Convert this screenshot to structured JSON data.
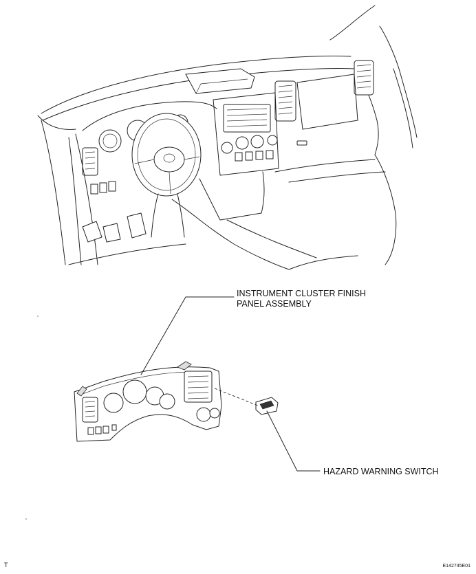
{
  "labels": {
    "cluster_line1": "INSTRUMENT CLUSTER FINISH",
    "cluster_line2": "PANEL ASSEMBLY",
    "hazard": "HAZARD WARNING SWITCH",
    "code": "E142745E01",
    "corner": "T"
  }
}
